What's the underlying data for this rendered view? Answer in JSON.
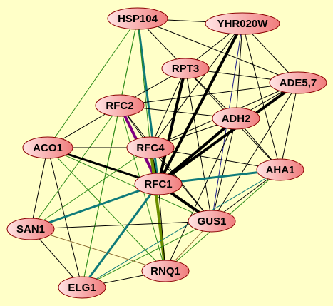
{
  "graph": {
    "background": "#ffffc8",
    "node_fill_light": "#ffe0e0",
    "node_fill_dark": "#f08080",
    "node_stroke": "#8b0000",
    "nodes": [
      {
        "id": "HSP104",
        "label": "HSP104"
      },
      {
        "id": "YHR020W",
        "label": "YHR020W"
      },
      {
        "id": "RPT3",
        "label": "RPT3"
      },
      {
        "id": "ADE5,7",
        "label": "ADE5,7"
      },
      {
        "id": "RFC2",
        "label": "RFC2"
      },
      {
        "id": "ADH2",
        "label": "ADH2"
      },
      {
        "id": "ACO1",
        "label": "ACO1"
      },
      {
        "id": "RFC4",
        "label": "RFC4"
      },
      {
        "id": "AHA1",
        "label": "AHA1"
      },
      {
        "id": "RFC1",
        "label": "RFC1"
      },
      {
        "id": "GUS1",
        "label": "GUS1"
      },
      {
        "id": "SAN1",
        "label": "SAN1"
      },
      {
        "id": "RNQ1",
        "label": "RNQ1"
      },
      {
        "id": "ELG1",
        "label": "ELG1"
      }
    ],
    "edge_types": {
      "black": "#000000",
      "green": "#2e8b1a",
      "teal": "#0e7a7a",
      "purple": "#800080",
      "olive": "#6b8e00",
      "navy": "#1c1c8c",
      "tan": "#8b6b30"
    },
    "edges": [
      [
        "HSP104",
        "YHR020W",
        "black",
        1
      ],
      [
        "HSP104",
        "RPT3",
        "black",
        1
      ],
      [
        "HSP104",
        "ADE5,7",
        "black",
        1
      ],
      [
        "HSP104",
        "RFC1",
        "teal",
        3
      ],
      [
        "HSP104",
        "ACO1",
        "green",
        1
      ],
      [
        "HSP104",
        "RFC2",
        "green",
        1
      ],
      [
        "HSP104",
        "ELG1",
        "green",
        1
      ],
      [
        "HSP104",
        "RFC4",
        "green",
        1
      ],
      [
        "YHR020W",
        "RPT3",
        "black",
        1
      ],
      [
        "YHR020W",
        "ADE5,7",
        "black",
        1
      ],
      [
        "YHR020W",
        "RFC1",
        "black",
        4
      ],
      [
        "YHR020W",
        "RFC4",
        "black",
        1
      ],
      [
        "YHR020W",
        "ADH2",
        "black",
        1
      ],
      [
        "YHR020W",
        "GUS1",
        "navy",
        1
      ],
      [
        "YHR020W",
        "AHA1",
        "black",
        1
      ],
      [
        "RPT3",
        "RFC2",
        "black",
        1
      ],
      [
        "RPT3",
        "RFC1",
        "black",
        4
      ],
      [
        "RPT3",
        "ADH2",
        "black",
        1
      ],
      [
        "RPT3",
        "ADE5,7",
        "black",
        1
      ],
      [
        "RPT3",
        "RFC4",
        "black",
        1
      ],
      [
        "RPT3",
        "AHA1",
        "black",
        1
      ],
      [
        "RPT3",
        "GUS1",
        "black",
        1
      ],
      [
        "ADE5,7",
        "RFC2",
        "black",
        1
      ],
      [
        "ADE5,7",
        "ADH2",
        "black",
        1
      ],
      [
        "ADE5,7",
        "RFC1",
        "black",
        4
      ],
      [
        "ADE5,7",
        "GUS1",
        "black",
        1
      ],
      [
        "ADE5,7",
        "AHA1",
        "black",
        1
      ],
      [
        "ADE5,7",
        "RFC4",
        "black",
        1
      ],
      [
        "RFC2",
        "RFC4",
        "black",
        1
      ],
      [
        "RFC2",
        "RFC1",
        "purple",
        4
      ],
      [
        "RFC2",
        "ADH2",
        "black",
        1
      ],
      [
        "RFC2",
        "ACO1",
        "black",
        1
      ],
      [
        "RFC2",
        "GUS1",
        "black",
        1
      ],
      [
        "RFC2",
        "SAN1",
        "green",
        1
      ],
      [
        "RFC2",
        "ELG1",
        "green",
        1
      ],
      [
        "RFC2",
        "RNQ1",
        "green",
        1
      ],
      [
        "ADH2",
        "RFC4",
        "black",
        1
      ],
      [
        "ADH2",
        "RFC1",
        "black",
        4
      ],
      [
        "ADH2",
        "AHA1",
        "black",
        1
      ],
      [
        "ADH2",
        "GUS1",
        "black",
        1
      ],
      [
        "ADH2",
        "RNQ1",
        "black",
        1
      ],
      [
        "ACO1",
        "RFC4",
        "black",
        1
      ],
      [
        "ACO1",
        "RFC1",
        "black",
        3
      ],
      [
        "ACO1",
        "SAN1",
        "black",
        1
      ],
      [
        "ACO1",
        "ELG1",
        "black",
        1
      ],
      [
        "ACO1",
        "GUS1",
        "green",
        1
      ],
      [
        "ACO1",
        "RNQ1",
        "green",
        1
      ],
      [
        "RFC4",
        "RFC1",
        "black",
        2
      ],
      [
        "RFC4",
        "GUS1",
        "black",
        1
      ],
      [
        "RFC4",
        "SAN1",
        "green",
        1
      ],
      [
        "RFC4",
        "RNQ1",
        "olive",
        4
      ],
      [
        "RFC4",
        "AHA1",
        "black",
        1
      ],
      [
        "AHA1",
        "RFC1",
        "teal",
        3
      ],
      [
        "AHA1",
        "GUS1",
        "black",
        1
      ],
      [
        "AHA1",
        "RNQ1",
        "green",
        1
      ],
      [
        "AHA1",
        "ELG1",
        "teal",
        1
      ],
      [
        "RFC1",
        "GUS1",
        "black",
        4
      ],
      [
        "RFC1",
        "SAN1",
        "teal",
        3
      ],
      [
        "RFC1",
        "ELG1",
        "teal",
        3
      ],
      [
        "RFC1",
        "RNQ1",
        "black",
        1
      ],
      [
        "GUS1",
        "SAN1",
        "black",
        1
      ],
      [
        "GUS1",
        "RNQ1",
        "tan",
        1
      ],
      [
        "GUS1",
        "ELG1",
        "green",
        1
      ],
      [
        "SAN1",
        "ELG1",
        "black",
        1
      ],
      [
        "SAN1",
        "RNQ1",
        "tan",
        1
      ],
      [
        "ELG1",
        "RNQ1",
        "black",
        1
      ]
    ]
  }
}
